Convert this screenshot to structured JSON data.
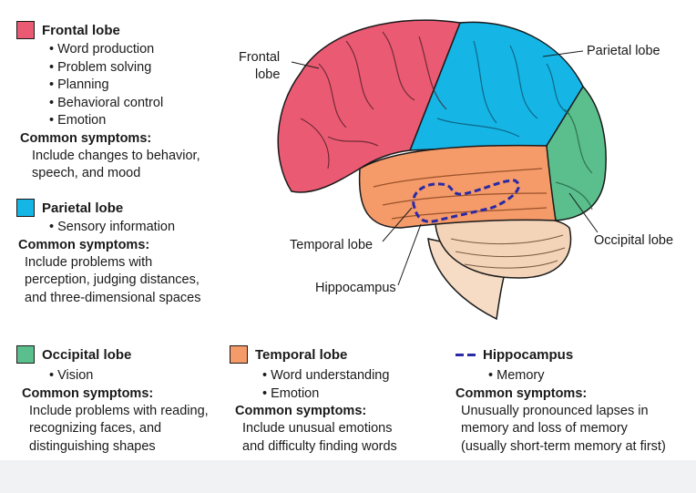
{
  "colors": {
    "frontal": "#eb5a73",
    "parietal": "#15b5e6",
    "occipital": "#5abf8c",
    "temporal": "#f59a69",
    "hippocampus": "#2a2aa5",
    "cerebellum": "#f3d4b8",
    "brainstem": "#f6dcc4"
  },
  "legend": {
    "frontal": {
      "title": "Frontal lobe",
      "items": [
        "Word production",
        "Problem solving",
        "Planning",
        "Behavioral control",
        "Emotion"
      ],
      "symptoms_title": "Common symptoms:",
      "symptoms_text": "Include changes to behavior,\nspeech, and mood"
    },
    "parietal": {
      "title": "Parietal lobe",
      "items": [
        "Sensory information"
      ],
      "symptoms_title": "Common symptoms:",
      "symptoms_text": "Include problems with\nperception, judging distances,\nand three-dimensional spaces"
    },
    "occipital": {
      "title": "Occipital lobe",
      "items": [
        "Vision"
      ],
      "symptoms_title": "Common symptoms:",
      "symptoms_text": "Include problems with reading,\nrecognizing faces, and\ndistinguishing shapes"
    },
    "temporal": {
      "title": "Temporal lobe",
      "items": [
        "Word understanding",
        "Emotion"
      ],
      "symptoms_title": "Common symptoms:",
      "symptoms_text": "Include unusual emotions\nand difficulty finding words"
    },
    "hippocampus": {
      "title": "Hippocampus",
      "items": [
        "Memory"
      ],
      "symptoms_title": "Common symptoms:",
      "symptoms_text": "Unusually pronounced lapses in\nmemory and loss of memory\n(usually short-term memory at first)"
    }
  },
  "callouts": {
    "frontal_line1": "Frontal",
    "frontal_line2": "lobe",
    "parietal": "Parietal lobe",
    "temporal": "Temporal lobe",
    "hippocampus": "Hippocampus",
    "occipital": "Occipital lobe"
  }
}
